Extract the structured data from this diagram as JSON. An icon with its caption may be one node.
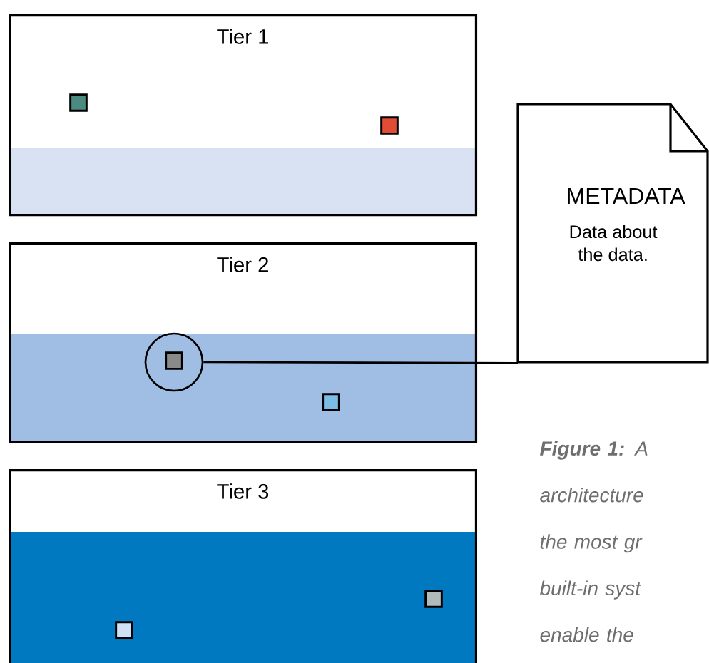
{
  "diagram": {
    "caption": "**Figure 1:** A architecture the most gr built-in syst enable the",
    "nodes": [
      {
        "text": [
          "Tier 1"
        ]
      },
      {
        "text": [],
        "shape": "box",
        "in": 0
      },
      {
        "text": [],
        "shape": "box",
        "in": 0
      },
      {
        "text": [
          "METADATA",
          "Data about the data."
        ]
      },
      {
        "text": [
          "Tier 2"
        ]
      },
      {
        "text": [],
        "shape": "circle",
        "in": 4
      },
      {
        "text": [],
        "shape": "box",
        "in": 5
      },
      {
        "text": [],
        "shape": "box",
        "in": 4
      },
      {
        "text": [
          "Tier 3"
        ]
      },
      {
        "text": [],
        "shape": "box",
        "in": 8
      },
      {
        "text": [],
        "shape": "box",
        "in": 8
      }
    ],
    "edges": [
      {
        "from": 5,
        "to": 3,
        "arrow": "none"
      }
    ]
  }
}
